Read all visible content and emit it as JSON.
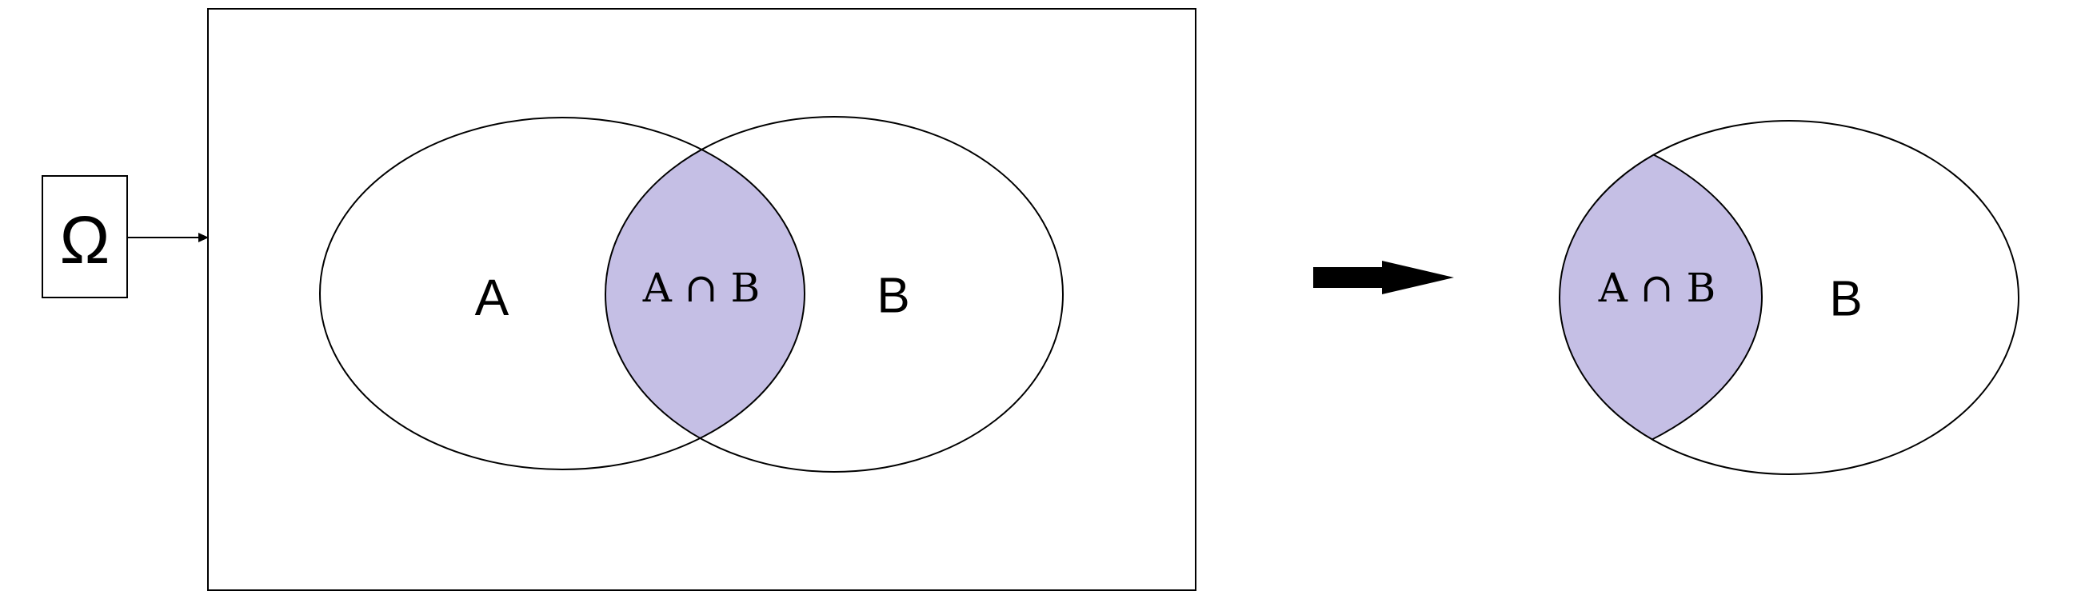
{
  "diagram": {
    "universe_label": "Ω",
    "set_a_label": "A",
    "set_b_label": "B",
    "intersection_label": "A ∩ B",
    "result_intersection_label": "A ∩ B",
    "result_b_label": "B"
  },
  "colors": {
    "intersection_fill": "#c5bfe5",
    "stroke": "#000000",
    "background": "#ffffff"
  },
  "icons": {
    "pointer": "arrow-right-thin-icon",
    "transition": "arrow-right-bold-icon"
  }
}
